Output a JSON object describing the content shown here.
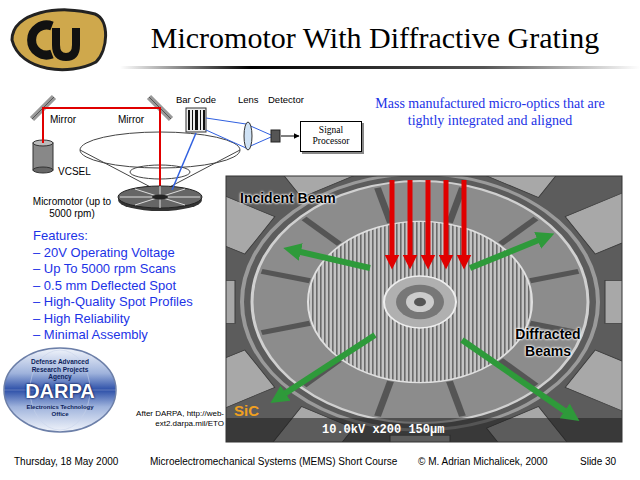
{
  "diagram": {
    "title": "Micromotor With Diffractive Grating",
    "nodes": [
      {
        "text": [
          "Signal Processor"
        ]
      }
    ],
    "labels": [
      "Mirror",
      "Mirror",
      "Bar Code",
      "Lens",
      "Detector",
      "Mass manufactured micro-optics that are tightly integrated and aligned",
      "VCSEL",
      "Micromotor (up to 5000 rpm)",
      "Features:",
      "– 20V Operating Voltage",
      "– Up To 5000 rpm Scans",
      "– 0.5 mm Deflected Spot",
      "– High-Quality Spot Profiles",
      "– High Reliability",
      "– Minimal Assembly",
      "Incident Beam",
      "Diffracted Beams",
      "Defense Advanced Research Projects Agency",
      "DARPA",
      "Electronics Technology Office",
      "SiC",
      "10.0kV x200 150µm",
      "After DARPA, http://web-ext2.darpa.mil/ETO",
      "Thursday, 18 May 2000",
      "Microelectromechanical Systems (MEMS) Short Course",
      "© M. Adrian Michalicek, 2000",
      "Slide 30"
    ]
  }
}
